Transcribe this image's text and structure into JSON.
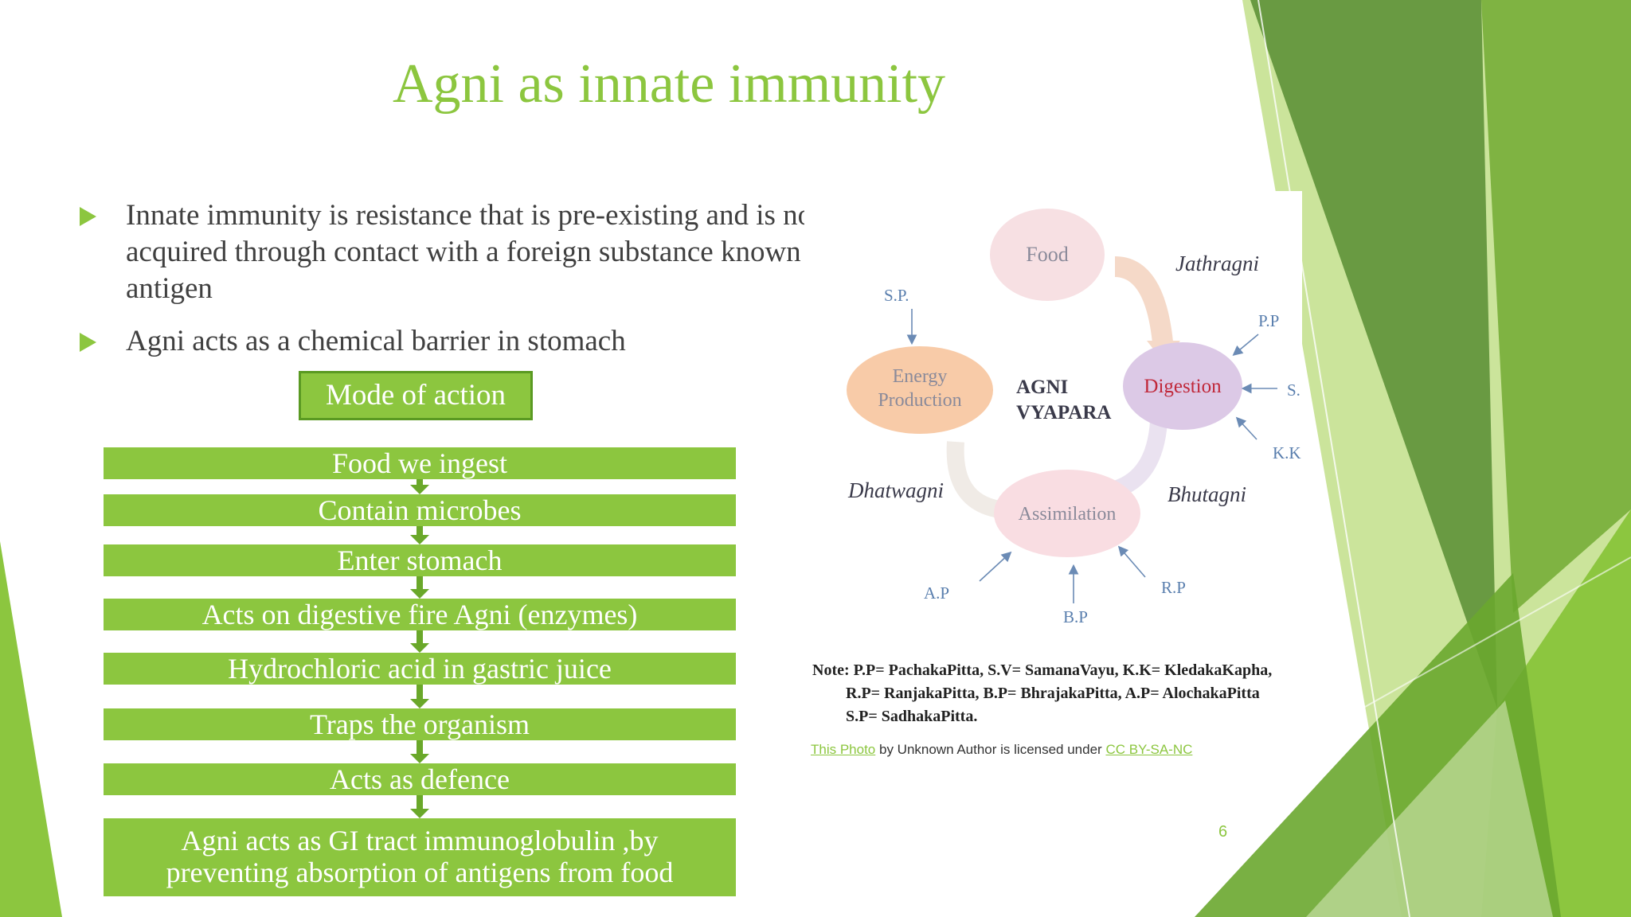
{
  "slide": {
    "title": "Agni as innate immunity",
    "bullets": [
      "Innate immunity is  resistance that is pre-existing  and is not acquired through contact with a foreign substance known as antigen",
      "Agni acts as a chemical barrier in stomach"
    ],
    "mode_label": "Mode of action",
    "flow": [
      "Food we ingest",
      "Contain microbes",
      "Enter stomach",
      "Acts on digestive fire Agni (enzymes)",
      "Hydrochloric acid in gastric juice",
      "Traps the organism",
      "Acts as defence",
      "Agni acts as GI tract immunoglobulin ,by",
      "preventing absorption of antigens from food"
    ],
    "page_number": "6"
  },
  "diagram": {
    "nodes": {
      "food": "Food",
      "digestion": "Digestion",
      "assimilation": "Assimilation",
      "energy_1": "Energy",
      "energy_2": "Production"
    },
    "center_1": "AGNI",
    "center_2": "VYAPARA",
    "agni_labels": {
      "jathragni": "Jathragni",
      "bhutagni": "Bhutagni",
      "dhatwagni": "Dhatwagni"
    },
    "inputs": {
      "sp": "S.P.",
      "pp": "P.P",
      "sv": "S.",
      "kk": "K.K",
      "ap": "A.P",
      "bp": "B.P",
      "rp": "R.P"
    },
    "note_lines": [
      "Note: P.P= PachakaPitta, S.V= SamanaVayu,  K.K= KledakaKapha,",
      "R.P= RanjakaPitta, B.P= BhrajakaPitta, A.P= AlochakaPitta",
      "S.P= SadhakaPitta."
    ],
    "attribution": {
      "photo_link": "This Photo",
      "middle": " by Unknown Author is licensed under ",
      "license_link": "CC BY-SA-NC"
    }
  },
  "colors": {
    "accent": "#8cc63f",
    "dark_green": "#5a9a22",
    "text": "#404040"
  }
}
